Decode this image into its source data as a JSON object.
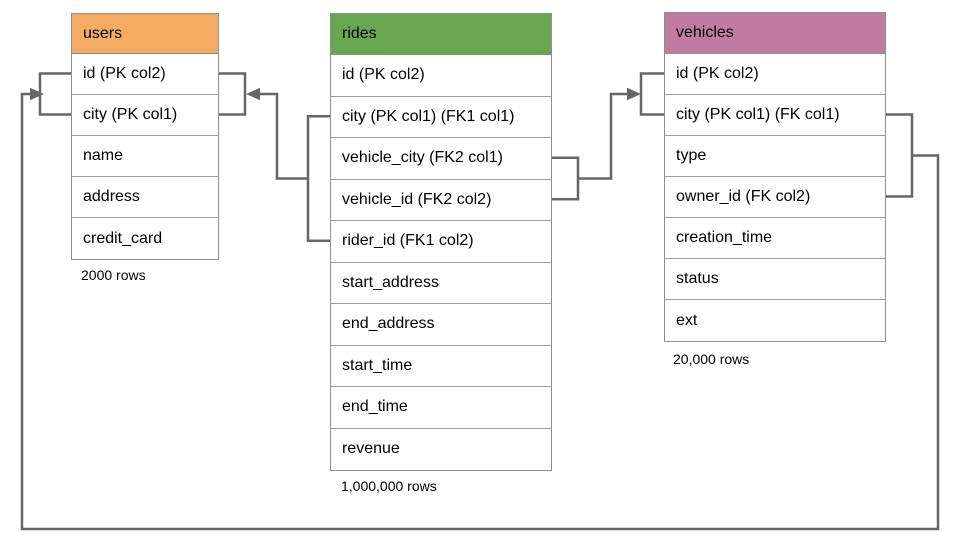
{
  "diagram": {
    "type": "database-schema",
    "tables": [
      {
        "name": "users",
        "header_color": "#f4ac64",
        "columns": [
          "id (PK col2)",
          "city (PK col1)",
          "name",
          "address",
          "credit_card"
        ],
        "row_count_label": "2000 rows"
      },
      {
        "name": "rides",
        "header_color": "#68a74f",
        "columns": [
          "id (PK col2)",
          "city (PK col1) (FK1 col1)",
          "vehicle_city (FK2 col1)",
          "vehicle_id (FK2 col2)",
          "rider_id (FK1 col2)",
          "start_address",
          "end_address",
          "start_time",
          "end_time",
          "revenue"
        ],
        "row_count_label": "1,000,000 rows"
      },
      {
        "name": "vehicles",
        "header_color": "#c27ba0",
        "columns": [
          "id (PK col2)",
          "city (PK col1) (FK col1)",
          "type",
          "owner_id (FK col2)",
          "creation_time",
          "status",
          "ext"
        ],
        "row_count_label": "20,000 rows"
      }
    ],
    "relationships": [
      {
        "name": "rides-to-users",
        "from_table": "rides",
        "from_columns": [
          "city (PK col1) (FK1 col1)",
          "rider_id (FK1 col2)"
        ],
        "to_table": "users",
        "to_columns": [
          "id (PK col2)",
          "city (PK col1)"
        ],
        "arrow_points_to": "users"
      },
      {
        "name": "rides-to-vehicles",
        "from_table": "rides",
        "from_columns": [
          "vehicle_city (FK2 col1)",
          "vehicle_id (FK2 col2)"
        ],
        "to_table": "vehicles",
        "to_columns": [
          "id (PK col2)",
          "city (PK col1) (FK col1)"
        ],
        "arrow_points_to": "vehicles"
      },
      {
        "name": "vehicles-to-users",
        "from_table": "vehicles",
        "from_columns": [
          "city (PK col1) (FK col1)",
          "owner_id (FK col2)"
        ],
        "to_table": "users",
        "to_columns": [
          "id (PK col2)",
          "city (PK col1)"
        ],
        "arrow_points_to": "users"
      }
    ],
    "colors": {
      "connector_line": "#666666",
      "table_border": "#8f8f8f",
      "row_divider": "#9e9e9e",
      "text": "#000000",
      "background": "#ffffff"
    }
  }
}
